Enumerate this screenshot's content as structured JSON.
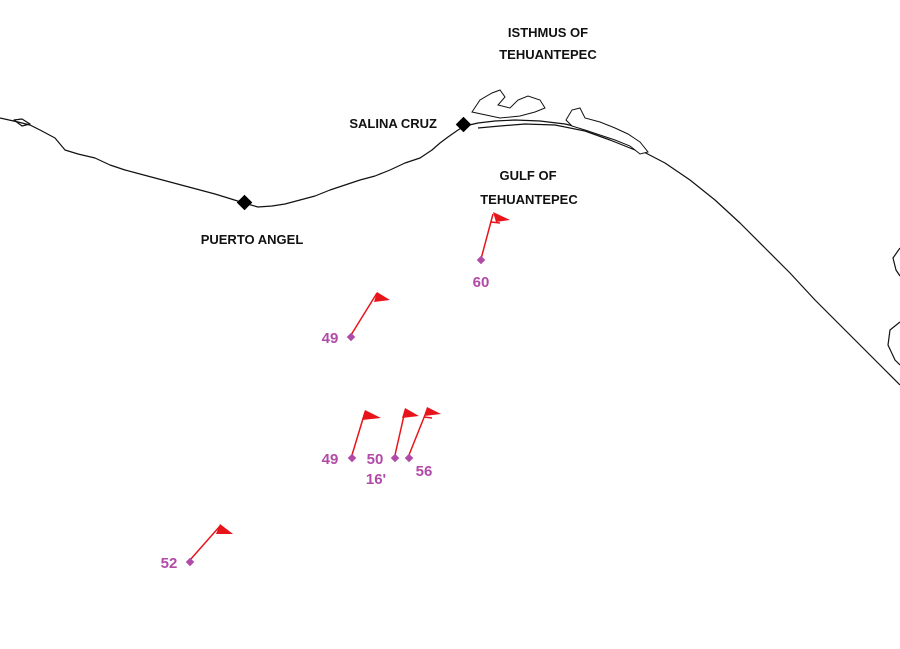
{
  "colors": {
    "coastline": "#111111",
    "city_marker": "#000000",
    "observation": "#b24aa8",
    "wind_barb": "#e8141b"
  },
  "places": {
    "isthmus_line1": "ISTHMUS OF",
    "isthmus_line2": "TEHUANTEPEC",
    "salina_cruz": "SALINA CRUZ",
    "puerto_angel": "PUERTO ANGEL",
    "gulf_line1": "GULF OF",
    "gulf_line2": "TEHUANTEPEC"
  },
  "observations": [
    {
      "id": "obs-60",
      "wind": "60",
      "seas": ""
    },
    {
      "id": "obs-49a",
      "wind": "49",
      "seas": ""
    },
    {
      "id": "obs-49b",
      "wind": "49",
      "seas": ""
    },
    {
      "id": "obs-50",
      "wind": "50",
      "seas": "16'"
    },
    {
      "id": "obs-56",
      "wind": "56",
      "seas": ""
    },
    {
      "id": "obs-52",
      "wind": "52",
      "seas": ""
    }
  ]
}
